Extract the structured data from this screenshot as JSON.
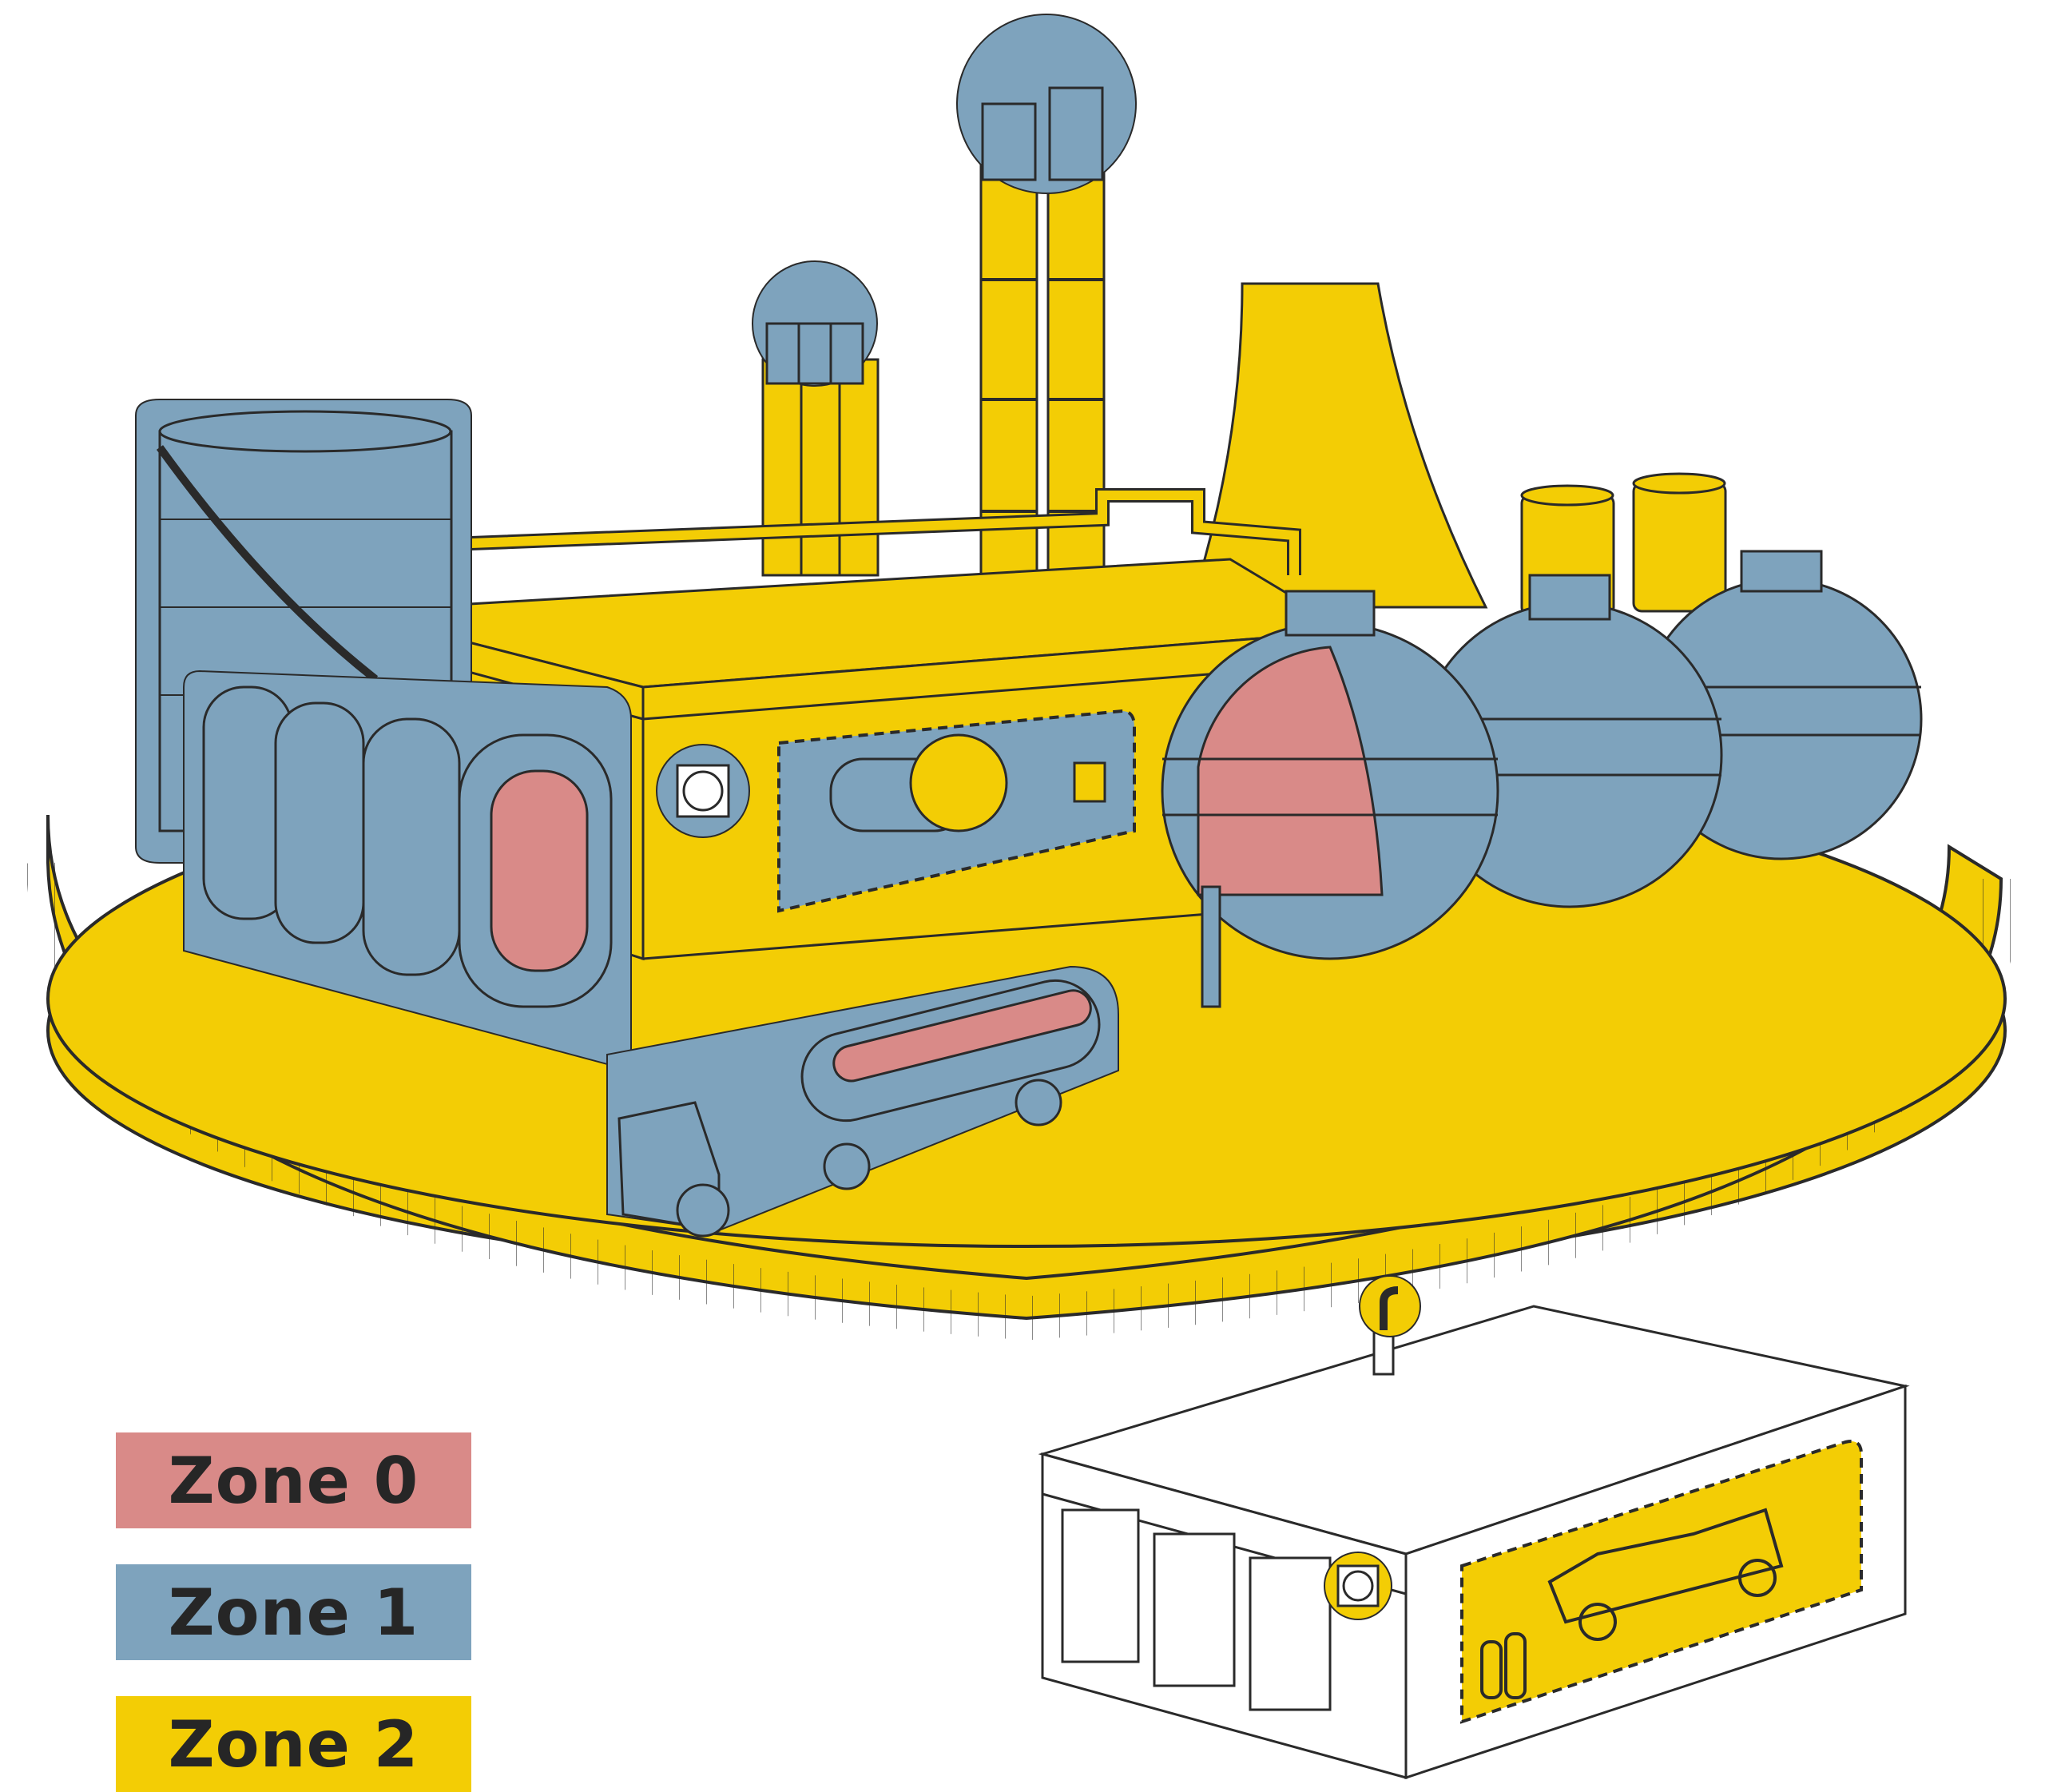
{
  "colors": {
    "zone0": "#d98a88",
    "zone1": "#7ea3bd",
    "zone2": "#f3cd05",
    "outline": "#2a2a2a",
    "white": "#ffffff"
  },
  "legend": [
    {
      "label": "Zone 0",
      "color": "#d98a88"
    },
    {
      "label": "Zone 1",
      "color": "#7ea3bd"
    },
    {
      "label": "Zone 2",
      "color": "#f3cd05"
    }
  ]
}
